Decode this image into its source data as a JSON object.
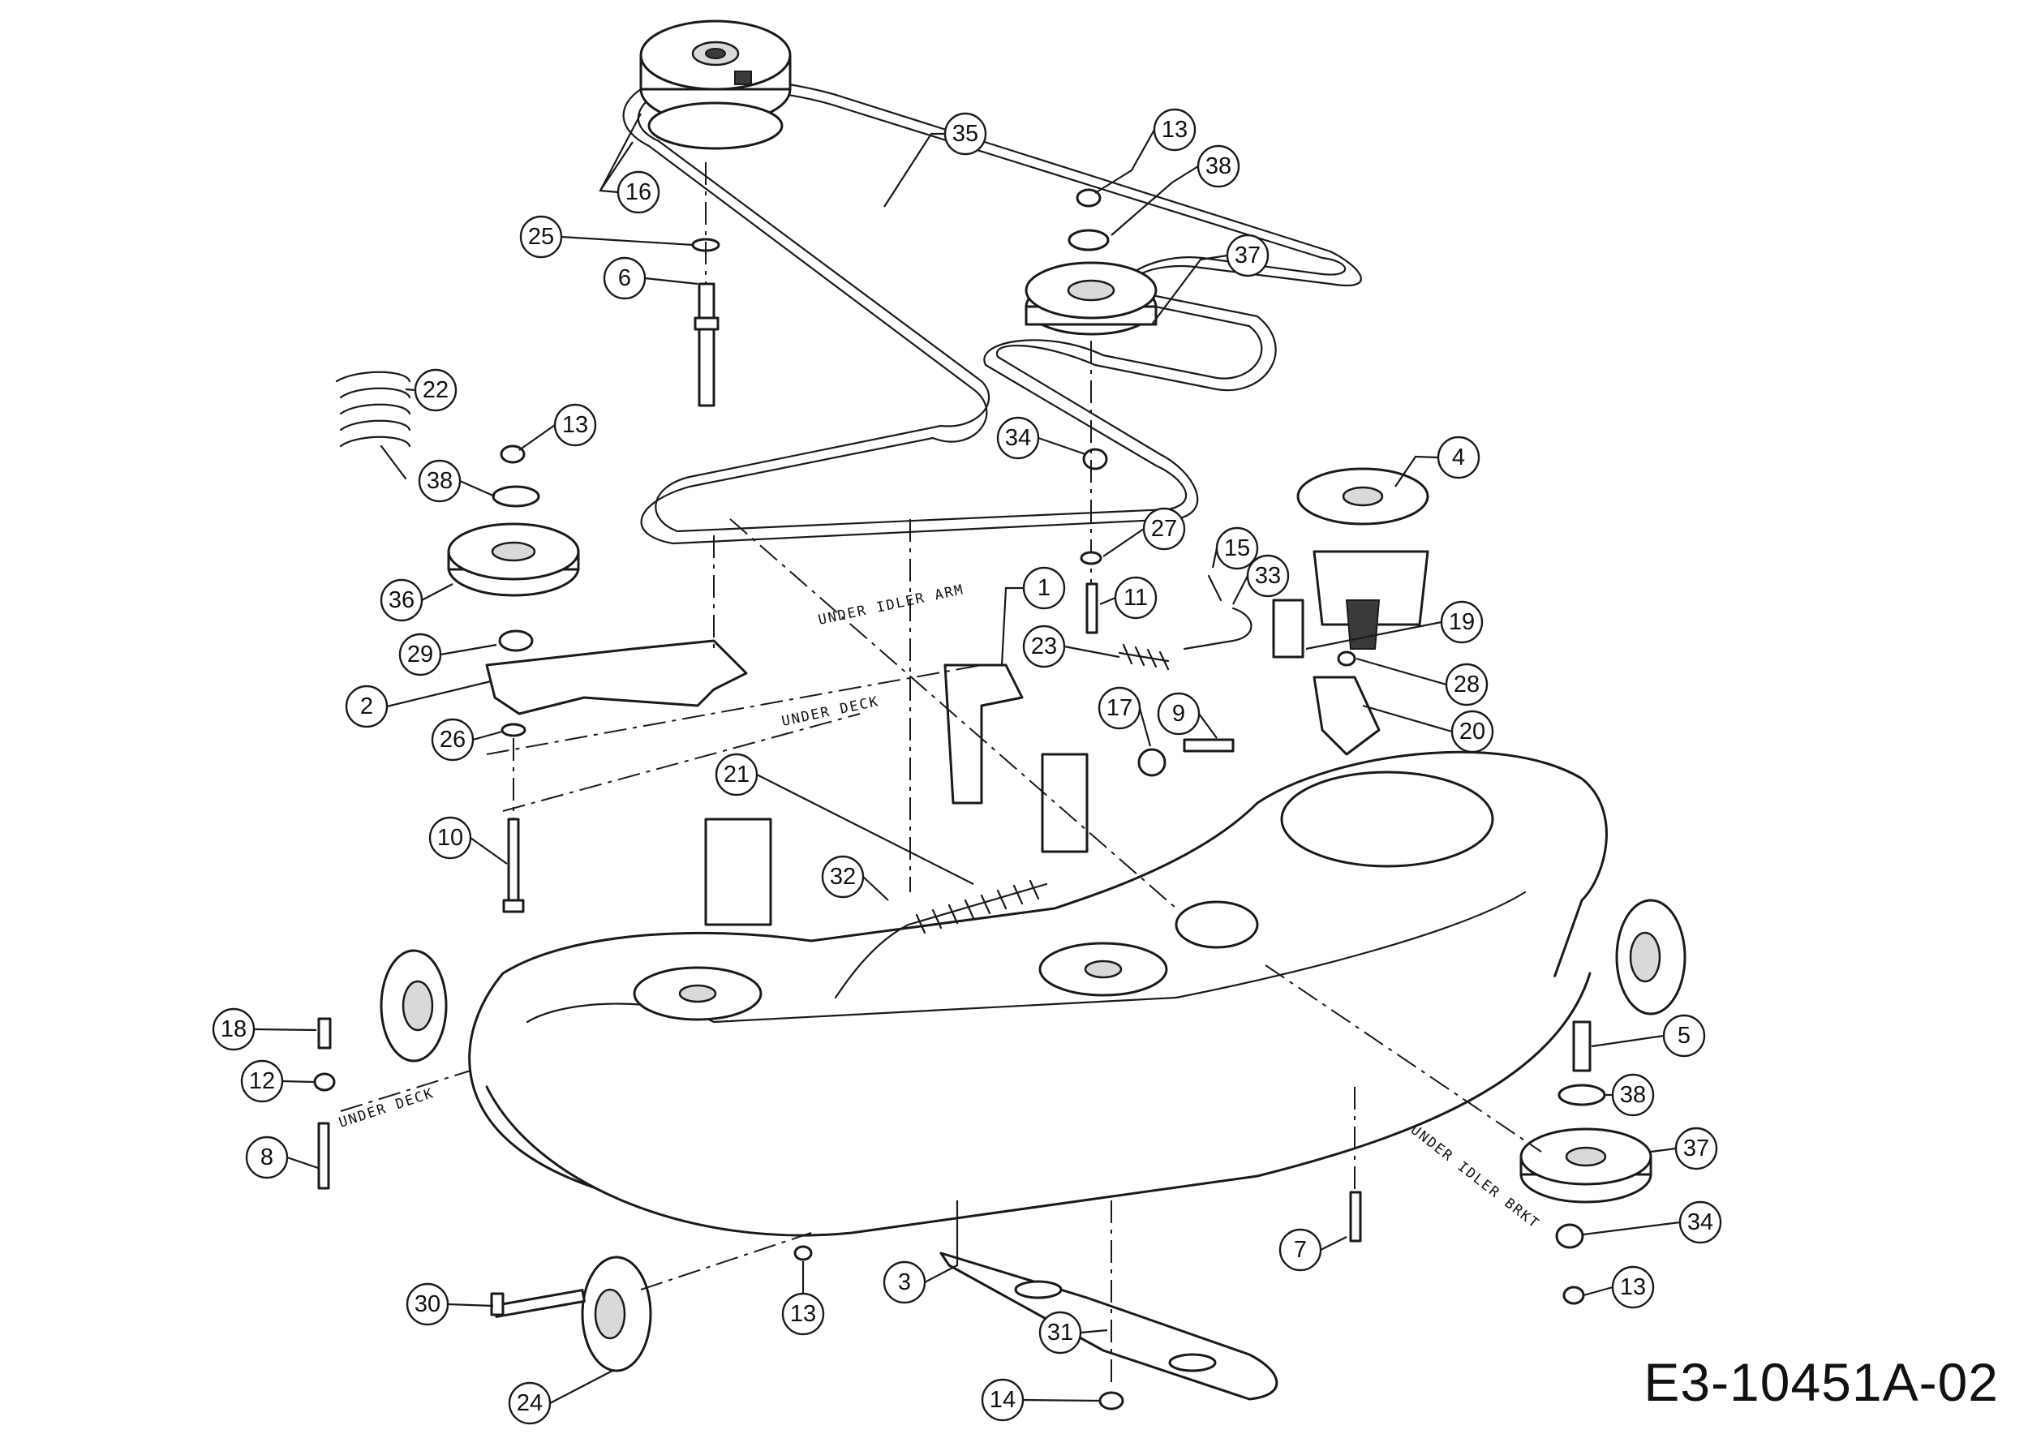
{
  "drawing_number": "E3-10451A-02",
  "notes": {
    "under_idler_arm": "UNDER IDLER ARM",
    "under_deck_upper": "UNDER DECK",
    "under_deck_lower": "UNDER DECK",
    "under_idler_brkt": "UNDER IDLER BRKT"
  },
  "callouts": [
    "35",
    "13",
    "38",
    "37",
    "16",
    "25",
    "6",
    "22",
    "13",
    "38",
    "36",
    "34",
    "4",
    "27",
    "15",
    "33",
    "1",
    "11",
    "19",
    "29",
    "23",
    "28",
    "2",
    "17",
    "9",
    "20",
    "26",
    "21",
    "10",
    "32",
    "18",
    "5",
    "12",
    "38",
    "8",
    "37",
    "34",
    "7",
    "13",
    "3",
    "13",
    "30",
    "31",
    "24",
    "14"
  ]
}
